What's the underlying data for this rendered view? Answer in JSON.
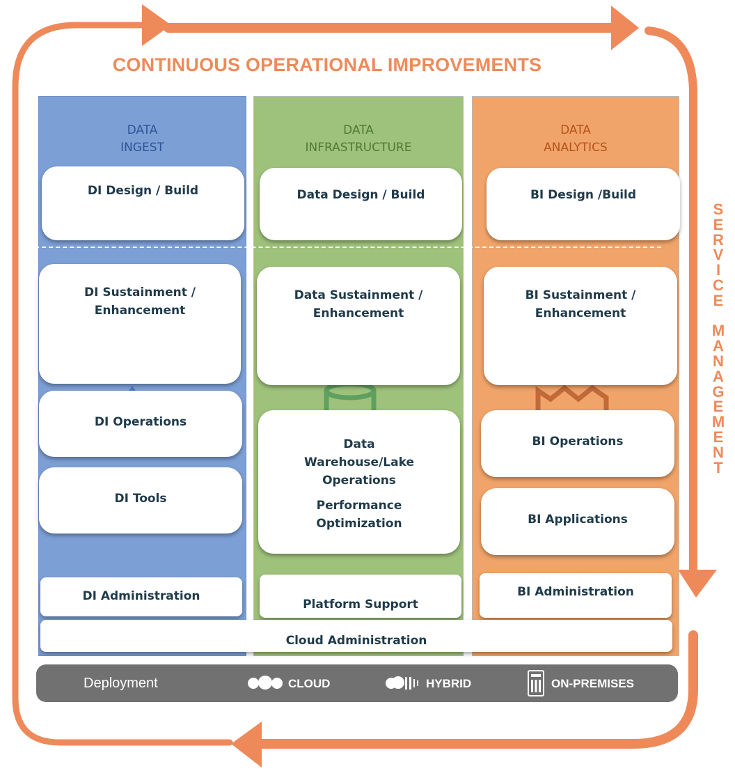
{
  "title": "CONTINUOUS OPERATIONAL IMPROVEMENTS",
  "side_title": "SERVICE MANAGEMENT",
  "columns": [
    {
      "line1": "DATA",
      "line2": "INGEST",
      "boxes": [
        "DI Design / Build",
        "DI Sustainment /",
        "Enhancement",
        "DI Operations",
        "DI Tools",
        "DI Administration"
      ]
    },
    {
      "line1": "DATA",
      "line2": "INFRASTRUCTURE",
      "boxes": [
        "Data Design / Build",
        "Data Sustainment /",
        "Enhancement",
        "Data",
        "Warehouse/Lake",
        "Operations",
        "Performance",
        "Optimization",
        "Platform Support"
      ]
    },
    {
      "line1": "DATA",
      "line2": "ANALYTICS",
      "boxes": [
        "BI Design /Build",
        "BI Sustainment /",
        "Enhancement",
        "BI Operations",
        "BI Applications",
        "BI Administration"
      ]
    }
  ],
  "cloud_admin": "Cloud Administration",
  "deployment": {
    "label": "Deployment",
    "options": [
      "CLOUD",
      "HYBRID",
      "ON-PREMISES"
    ]
  },
  "colors": {
    "arrow": "#ee8a5a",
    "ingest": "#7c9fd6",
    "infrastructure": "#9ec27b",
    "analytics": "#f1a469",
    "deploy_bar": "#717171"
  }
}
